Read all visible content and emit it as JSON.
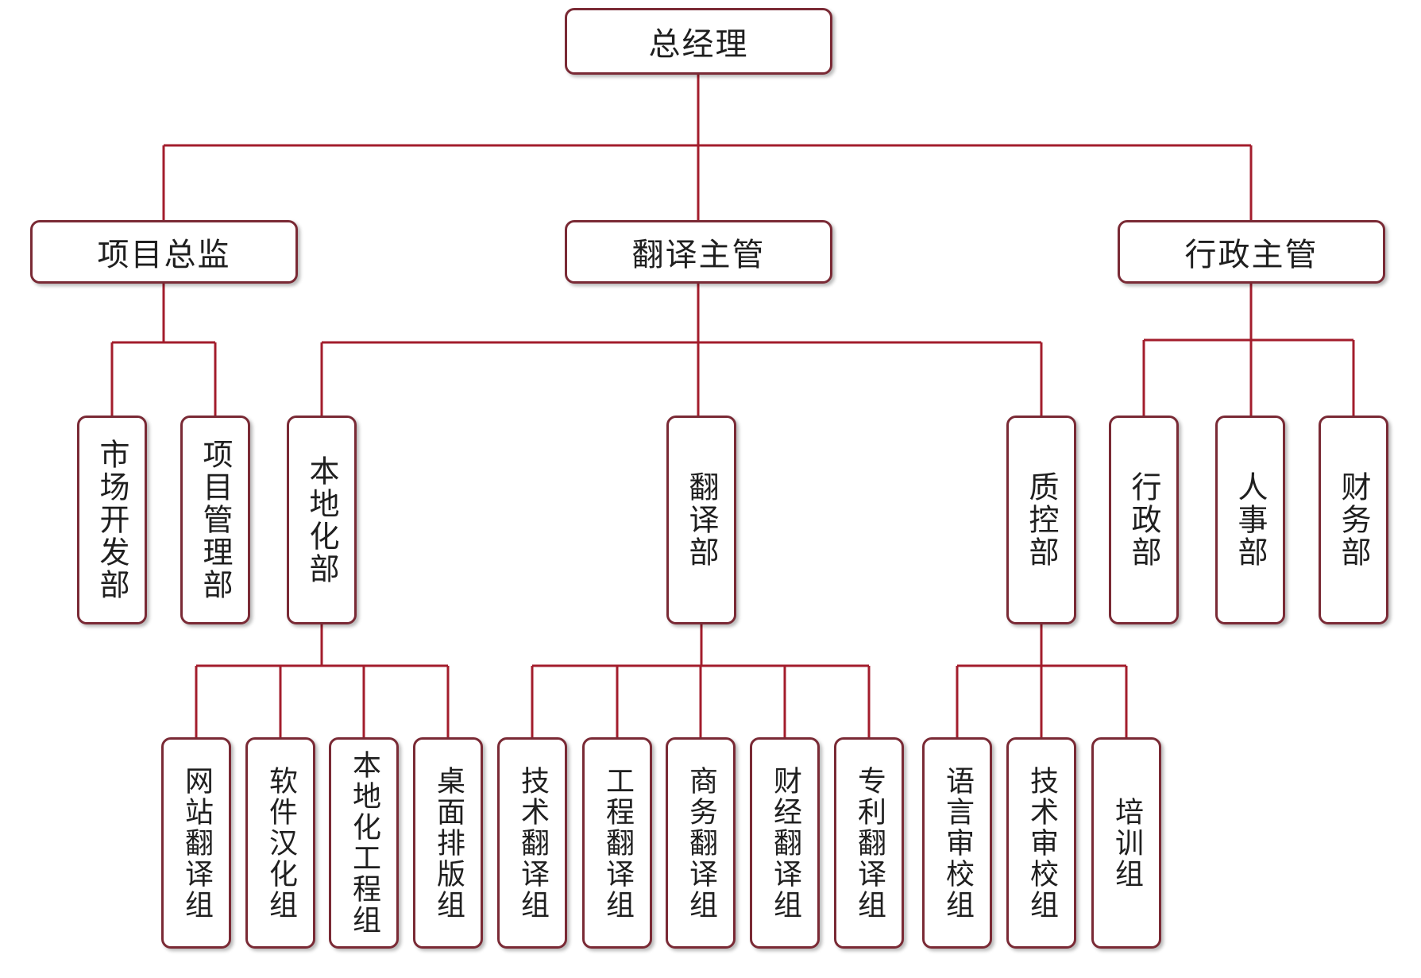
{
  "colors": {
    "line": "#a31d2c",
    "border": "#7a2a35",
    "text": "#1f1f1f"
  },
  "root": {
    "label": "总经理"
  },
  "level1": [
    {
      "label": "项目总监"
    },
    {
      "label": "翻译主管"
    },
    {
      "label": "行政主管"
    }
  ],
  "departments": [
    {
      "label": "市场开发部"
    },
    {
      "label": "项目管理部"
    },
    {
      "label": "本地化部"
    },
    {
      "label": "翻译部"
    },
    {
      "label": "质控部"
    },
    {
      "label": "行政部"
    },
    {
      "label": "人事部"
    },
    {
      "label": "财务部"
    }
  ],
  "groups": [
    {
      "label": "网站翻译组"
    },
    {
      "label": "软件汉化组"
    },
    {
      "label": "本地化工程组"
    },
    {
      "label": "桌面排版组"
    },
    {
      "label": "技术翻译组"
    },
    {
      "label": "工程翻译组"
    },
    {
      "label": "商务翻译组"
    },
    {
      "label": "财经翻译组"
    },
    {
      "label": "专利翻译组"
    },
    {
      "label": "语言审校组"
    },
    {
      "label": "技术审校组"
    },
    {
      "label": "培训组"
    }
  ]
}
